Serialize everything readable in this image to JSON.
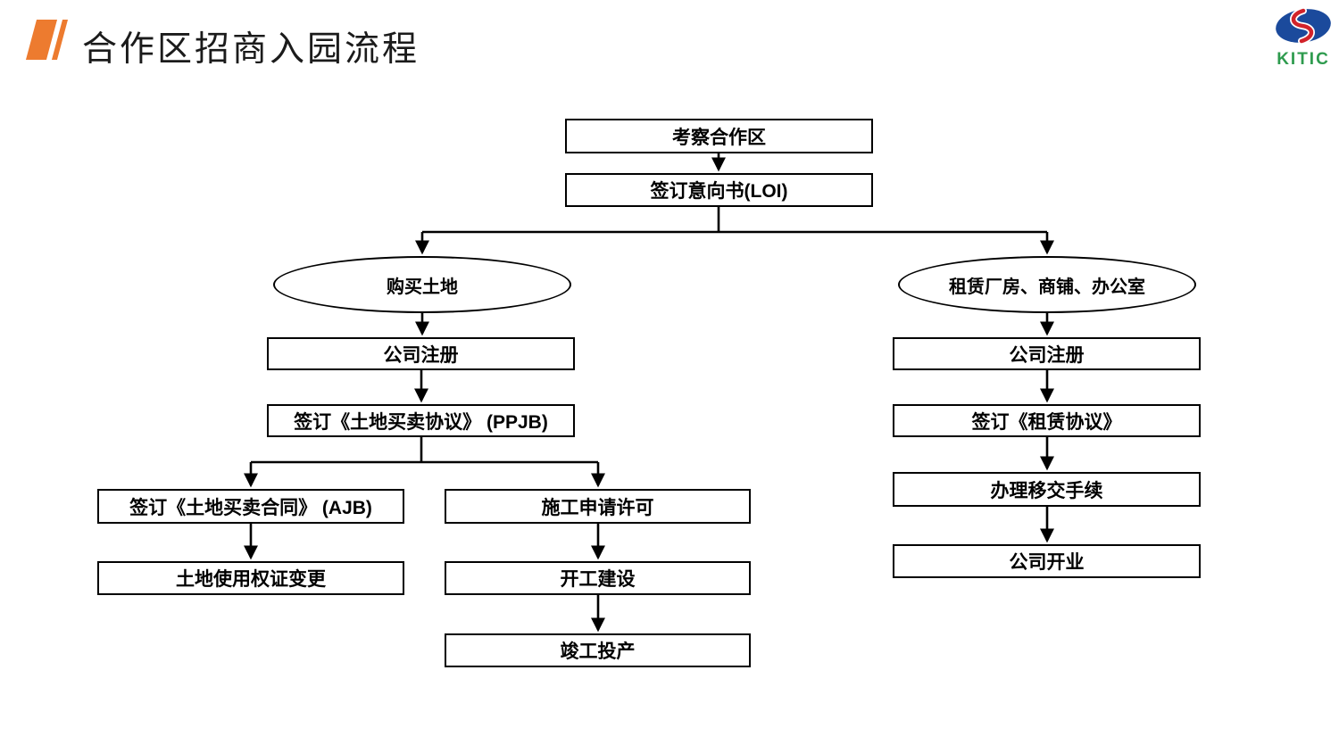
{
  "header": {
    "title": "合作区招商入园流程",
    "accent_color": "#ED7B2F",
    "logo": {
      "text": "KITIC",
      "blue": "#1B4A9C",
      "red": "#D2232A",
      "green": "#2E9B4E"
    }
  },
  "flowchart": {
    "line_color": "#000000",
    "box_fill": "#ffffff",
    "nodes": {
      "inspect": {
        "shape": "rect",
        "label": "考察合作区"
      },
      "loi": {
        "shape": "rect",
        "label": "签订意向书(LOI)"
      },
      "buy_land": {
        "shape": "ellipse",
        "label": "购买土地"
      },
      "lease": {
        "shape": "ellipse",
        "label": "租赁厂房、商铺、办公室"
      },
      "register_left": {
        "shape": "rect",
        "label": "公司注册"
      },
      "ppjb": {
        "shape": "rect",
        "label": "签订《土地买卖协议》 (PPJB)"
      },
      "ajb": {
        "shape": "rect",
        "label": "签订《土地买卖合同》 (AJB)"
      },
      "construction_permit": {
        "shape": "rect",
        "label": "施工申请许可"
      },
      "land_cert": {
        "shape": "rect",
        "label": "土地使用权证变更"
      },
      "start_construction": {
        "shape": "rect",
        "label": "开工建设"
      },
      "completion": {
        "shape": "rect",
        "label": "竣工投产"
      },
      "register_right": {
        "shape": "rect",
        "label": "公司注册"
      },
      "lease_agreement": {
        "shape": "rect",
        "label": "签订《租赁协议》"
      },
      "handover": {
        "shape": "rect",
        "label": "办理移交手续"
      },
      "opening": {
        "shape": "rect",
        "label": "公司开业"
      }
    },
    "edges": [
      [
        "inspect",
        "loi"
      ],
      [
        "loi",
        "buy_land"
      ],
      [
        "loi",
        "lease"
      ],
      [
        "buy_land",
        "register_left"
      ],
      [
        "register_left",
        "ppjb"
      ],
      [
        "ppjb",
        "ajb"
      ],
      [
        "ppjb",
        "construction_permit"
      ],
      [
        "ajb",
        "land_cert"
      ],
      [
        "construction_permit",
        "start_construction"
      ],
      [
        "start_construction",
        "completion"
      ],
      [
        "lease",
        "register_right"
      ],
      [
        "register_right",
        "lease_agreement"
      ],
      [
        "lease_agreement",
        "handover"
      ],
      [
        "handover",
        "opening"
      ]
    ]
  }
}
